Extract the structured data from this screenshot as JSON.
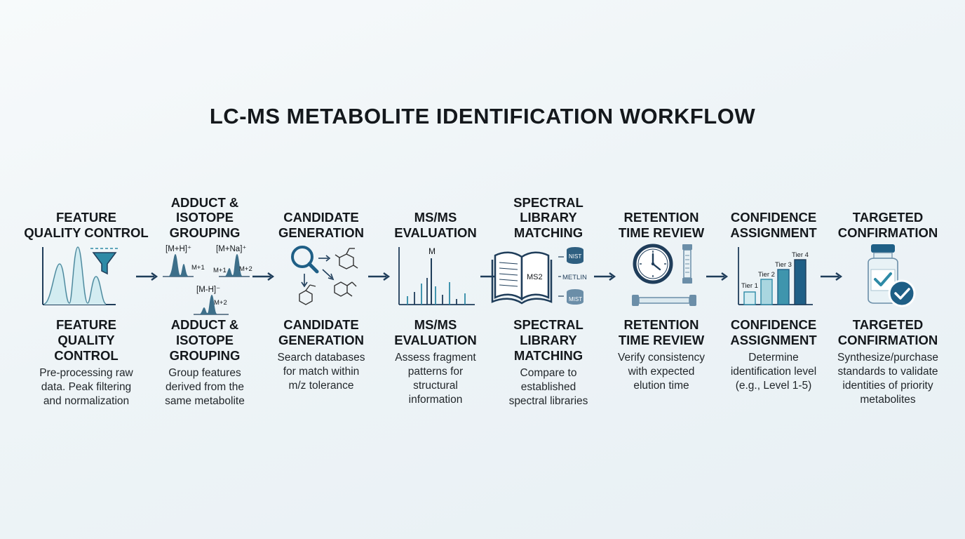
{
  "title": "LC-MS METABOLITE IDENTIFICATION WORKFLOW",
  "steps": [
    {
      "title": "FEATURE\nQUALITY CONTROL",
      "subtitle": "FEATURE\nQUALITY\nCONTROL",
      "description": "Pre-processing raw\ndata. Peak filtering\nand normalization",
      "icon": "chromatogram-filter-icon"
    },
    {
      "title": "ADDUCT &\nISOTOPE\nGROUPING",
      "subtitle": "ADDUCT &\nISOTOPE\nGROUPING",
      "description": "Group features\nderived from the\nsame metabolite",
      "icon": "isotope-peaks-icon",
      "labels": {
        "mh_plus": "[M+H]⁺",
        "mna_plus": "[M+Na]⁺",
        "mh_minus": "[M-H]⁻",
        "m1_a": "M+1",
        "m1_b": "M+1",
        "m2_a": "M+2",
        "m2_b": "M+2"
      }
    },
    {
      "title": "CANDIDATE\nGENERATION",
      "subtitle": "CANDIDATE\nGENERATION",
      "description": "Search databases\nfor match within\nm/z tolerance",
      "icon": "magnifier-structures-icon"
    },
    {
      "title": "MS/MS\nEVALUATION",
      "subtitle": "MS/MS\nEVALUATION",
      "description": "Assess fragment\npatterns for\nstructural\ninformation",
      "icon": "msms-spectrum-icon",
      "labels": {
        "precursor": "M"
      }
    },
    {
      "title": "SPECTRAL\nLIBRARY\nMATCHING",
      "subtitle": "SPECTRAL\nLIBRARY\nMATCHING",
      "description": "Compare to\nestablished\nspectral libraries",
      "icon": "library-book-icon",
      "labels": {
        "book": "MS2",
        "lib1": "NIST",
        "lib2": "METLIN",
        "lib3": "MIST"
      }
    },
    {
      "title": "RETENTION\nTIME REVIEW",
      "subtitle": "RETENTION\nTIME REVIEW",
      "description": "Verify consistency\nwith expected\nelution time",
      "icon": "clock-column-icon"
    },
    {
      "title": "CONFIDENCE\nASSIGNMENT",
      "subtitle": "CONFIDENCE\nASSIGNMENT",
      "description": "Determine\nidentification level\n(e.g., Level 1-5)",
      "icon": "tier-bars-icon",
      "labels": {
        "tier1": "Tier 1",
        "tier2": "Tier 2",
        "tier3": "Tier 3",
        "tier4": "Tier 4"
      }
    },
    {
      "title": "TARGETED\nCONFIRMATION",
      "subtitle": "TARGETED\nCONFIRMATION",
      "description": "Synthesize/purchase\nstandards to validate\nidentities of priority\nmetabolites",
      "icon": "vial-check-icon"
    }
  ],
  "colors": {
    "navy": "#1f3d5a",
    "teal": "#2e8aa6",
    "light_teal": "#a9d6e0",
    "pale_teal": "#d3ecf1",
    "dark_text": "#14181c"
  }
}
